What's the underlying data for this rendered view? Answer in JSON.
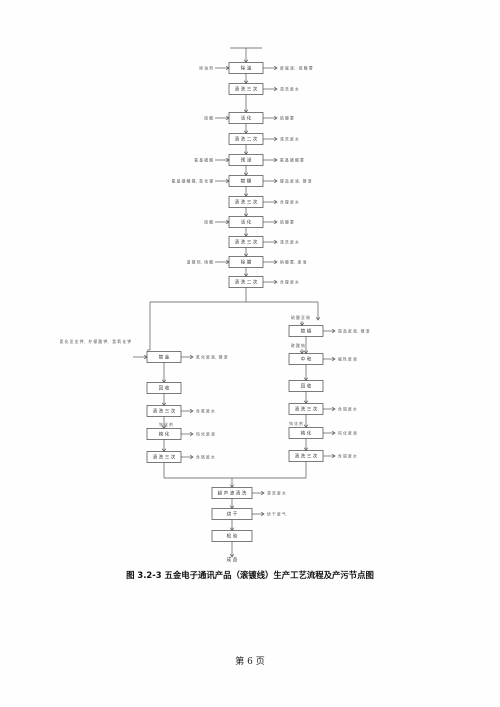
{
  "caption": "图 3.2-3 五金电子通讯产品（滚镀线）生产工艺流程及产污节点图",
  "footer": "第 6 页",
  "boxes": {
    "main": [
      "除 油",
      "清 洗 三 次",
      "活 化",
      "清 洗 二 次",
      "预 浸",
      "镀 镍",
      "清 洗 三 次",
      "活 化",
      "清 洗 三 次",
      "除 膜",
      "清 洗 二 次"
    ],
    "left": [
      "镀 金",
      "回 收",
      "清 洗 三 次",
      "钝 化",
      "清 洗 三 次"
    ],
    "right": [
      "镀 锡",
      "中 和",
      "回 收",
      "清 洗 三 次",
      "钝 化",
      "清 洗 三 次"
    ],
    "bottom": [
      "超 声 波 清 洗",
      "烘 干",
      "检 验",
      "成 品"
    ]
  },
  "inputs": {
    "main": [
      "除 油 剂",
      "硫 酸",
      "氨 基 磺 酸",
      "氨 基 磺 酸 镍、氯 化 镍",
      "硫 酸",
      "退 镀 剂、硝 酸"
    ],
    "left": [
      "氰 化 亚 金 钾、 柠 檬 酸 钾、 氢 氧 化 钾"
    ],
    "right": [
      "硫 酸 亚 锡",
      "碳 酸 钠",
      "钝 化 剂",
      "钝 化 剂"
    ]
  },
  "outputs": {
    "main": [
      "废 碱 液、 硫 酸 雾",
      "清 洗 废 水",
      "硫 酸 雾",
      "清 洗 废 水",
      "氨 基 磺 酸 雾",
      "镍 盐 废 液、镀 渣",
      "含 镍 废 水",
      "硫 酸 雾",
      "清 洗 废 水",
      "硝 酸 雾、废 液",
      "含 镍 废 水"
    ],
    "left": [
      "氰 化 废 液、镀 渣",
      "含 氰 废 水",
      "钝 化 废 液",
      "含 铬 废 水"
    ],
    "right": [
      "锡 盐 废 液、镀 渣",
      "碱 性 废 液",
      "含 锡 废 水",
      "钝 化 废 液",
      "含 锡 废 水"
    ],
    "bottom": [
      "清 洗 废 水",
      "烘 干 废 气"
    ]
  }
}
